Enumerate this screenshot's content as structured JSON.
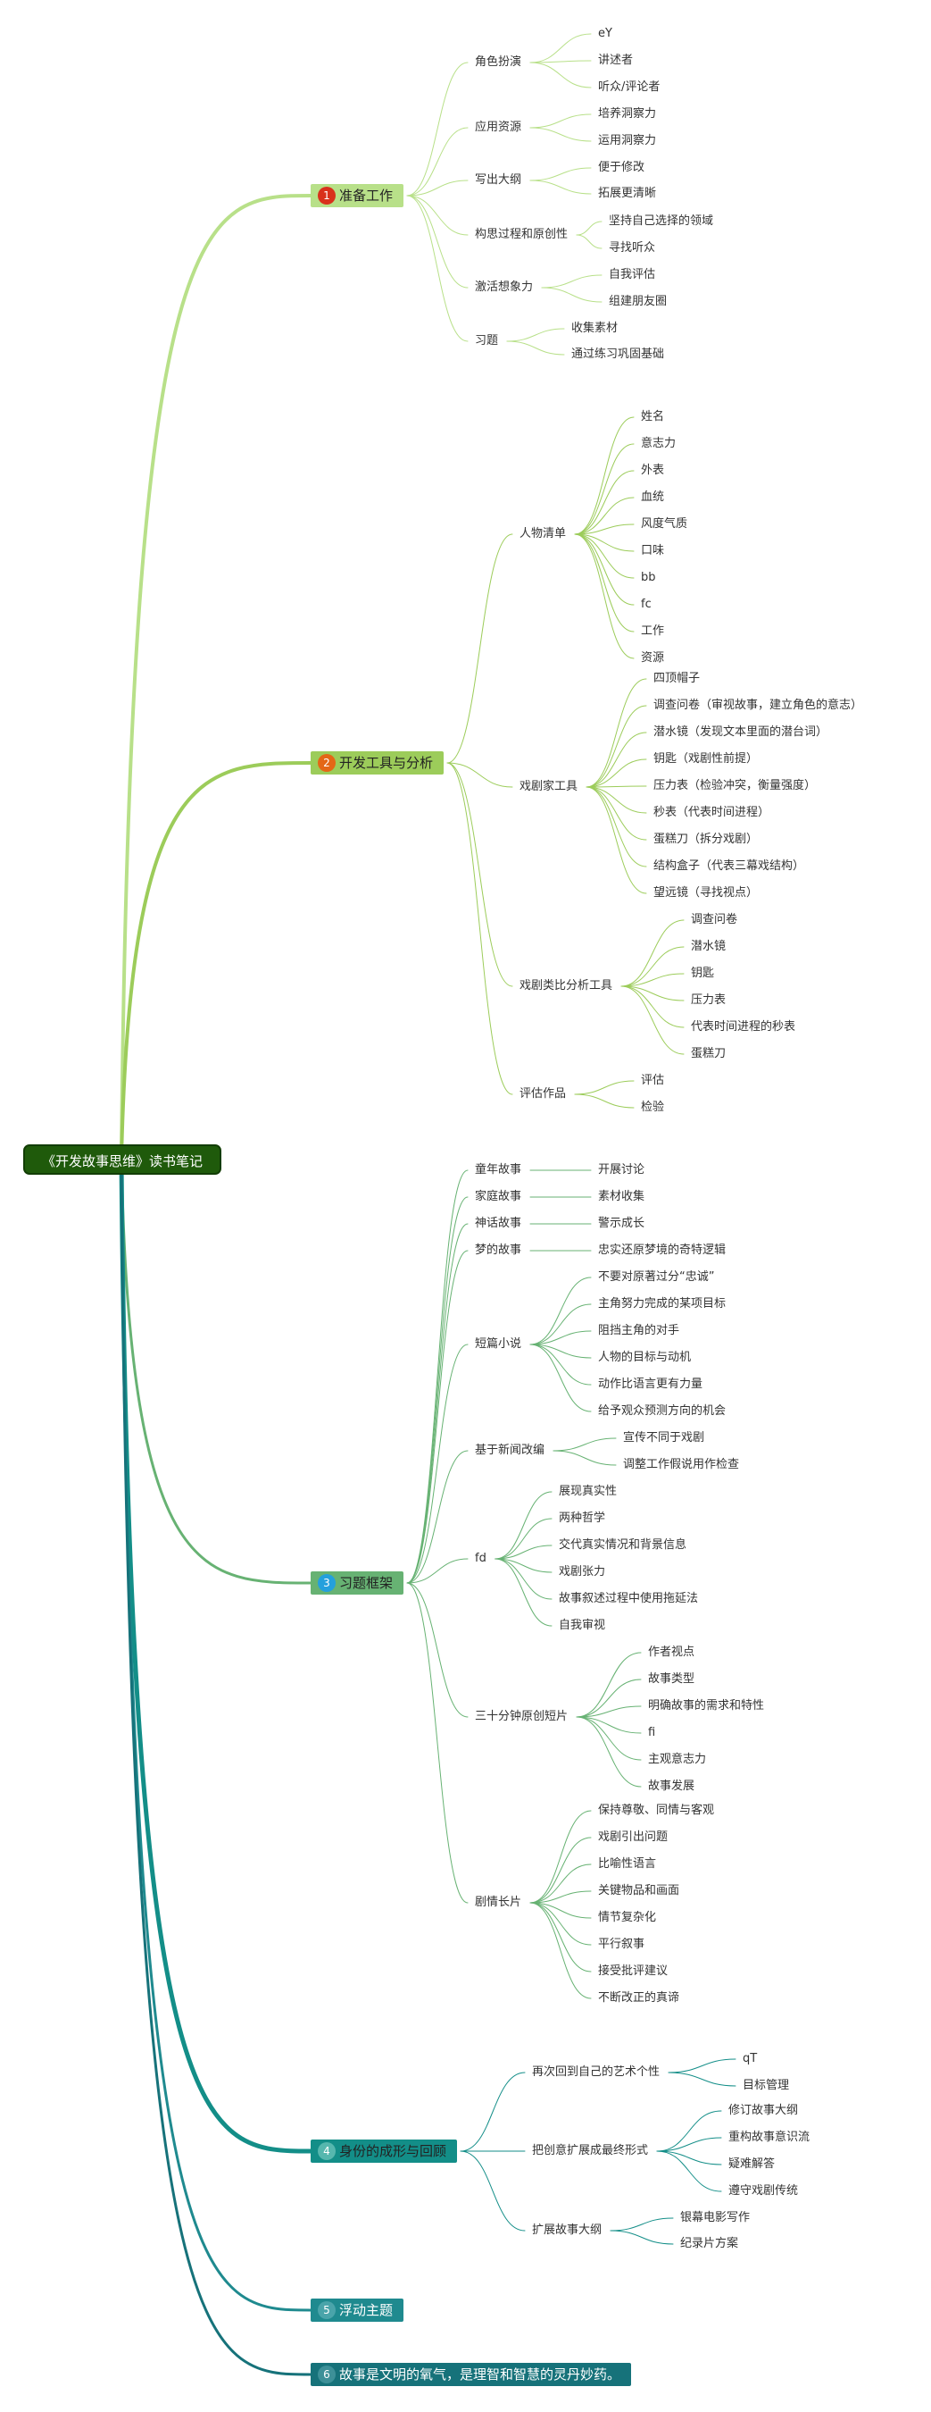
{
  "root": "《开发故事思维》读书笔记",
  "colors": {
    "g1": "#b8e089",
    "g2": "#9ccc5a",
    "g3": "#67b273",
    "g4": "#138e88",
    "g5": "#1f8a8f",
    "g6": "#16727a"
  },
  "branches": [
    {
      "num": "1",
      "label": "准备工作",
      "children": [
        {
          "label": "角色扮演",
          "children": [
            "eY",
            "讲述者",
            "听众/评论者"
          ]
        },
        {
          "label": "应用资源",
          "children": [
            "培养洞察力",
            "运用洞察力"
          ]
        },
        {
          "label": "写出大纲",
          "children": [
            "便于修改",
            "拓展更清晰"
          ]
        },
        {
          "label": "构思过程和原创性",
          "children": [
            "坚持自己选择的领域",
            "寻找听众"
          ]
        },
        {
          "label": "激活想象力",
          "children": [
            "自我评估",
            "组建朋友圈"
          ]
        },
        {
          "label": "习题",
          "children": [
            "收集素材",
            "通过练习巩固基础"
          ]
        }
      ]
    },
    {
      "num": "2",
      "label": "开发工具与分析",
      "children": [
        {
          "label": "人物清单",
          "children": [
            "姓名",
            "意志力",
            "外表",
            "血统",
            "风度气质",
            "口味",
            "bb",
            "fc",
            "工作",
            "资源"
          ]
        },
        {
          "label": "戏剧家工具",
          "children": [
            "四顶帽子",
            "调查问卷（审视故事，建立角色的意志）",
            "潜水镜（发现文本里面的潜台词）",
            "钥匙（戏剧性前提）",
            "压力表（检验冲突，衡量强度）",
            "秒表（代表时间进程）",
            "蛋糕刀（拆分戏剧）",
            "结构盒子（代表三幕戏结构）",
            "望远镜（寻找视点）"
          ]
        },
        {
          "label": "戏剧类比分析工具",
          "children": [
            "调查问卷",
            "潜水镜",
            "钥匙",
            "压力表",
            "代表时间进程的秒表",
            "蛋糕刀"
          ]
        },
        {
          "label": "评估作品",
          "children": [
            "评估",
            "检验"
          ]
        }
      ]
    },
    {
      "num": "3",
      "label": "习题框架",
      "children": [
        {
          "label": "童年故事",
          "children": [
            "开展讨论"
          ]
        },
        {
          "label": "家庭故事",
          "children": [
            "素材收集"
          ]
        },
        {
          "label": "神话故事",
          "children": [
            "警示成长"
          ]
        },
        {
          "label": "梦的故事",
          "children": [
            "忠实还原梦境的奇特逻辑"
          ]
        },
        {
          "label": "短篇小说",
          "children": [
            "不要对原著过分“忠诚”",
            "主角努力完成的某项目标",
            "阻挡主角的对手",
            "人物的目标与动机",
            "动作比语言更有力量",
            "给予观众预测方向的机会"
          ]
        },
        {
          "label": "基于新闻改编",
          "children": [
            "宣传不同于戏剧",
            "调整工作假说用作检查"
          ]
        },
        {
          "label": "fd",
          "children": [
            "展现真实性",
            "两种哲学",
            "交代真实情况和背景信息",
            "戏剧张力",
            "故事叙述过程中使用拖延法",
            "自我审视"
          ]
        },
        {
          "label": "三十分钟原创短片",
          "children": [
            "作者视点",
            "故事类型",
            "明确故事的需求和特性",
            "fi",
            "主观意志力",
            "故事发展"
          ]
        },
        {
          "label": "剧情长片",
          "children": [
            "保持尊敬、同情与客观",
            "戏剧引出问题",
            "比喻性语言",
            "关键物品和画面",
            "情节复杂化",
            "平行叙事",
            "接受批评建议",
            "不断改正的真谛"
          ]
        }
      ]
    },
    {
      "num": "4",
      "label": "身份的成形与回顾",
      "children": [
        {
          "label": "再次回到自己的艺术个性",
          "children": [
            "qT",
            "目标管理"
          ]
        },
        {
          "label": "把创意扩展成最终形式",
          "children": [
            "修订故事大纲",
            "重构故事意识流",
            "疑难解答",
            "遵守戏剧传统"
          ]
        },
        {
          "label": "扩展故事大纲",
          "children": [
            "银幕电影写作",
            "纪录片方案"
          ]
        }
      ]
    },
    {
      "num": "5",
      "label": "浮动主题",
      "children": []
    },
    {
      "num": "6",
      "label": "故事是文明的氧气，是理智和智慧的灵丹妙药。",
      "children": []
    }
  ]
}
